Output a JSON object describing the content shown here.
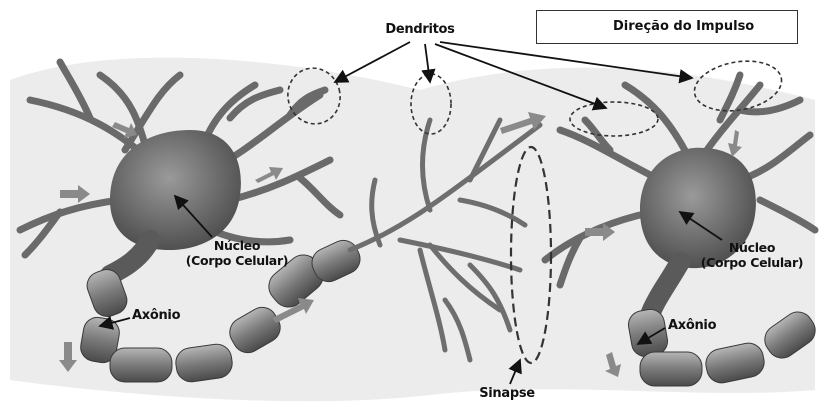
{
  "legend": {
    "label": "Direção do Impulso"
  },
  "labels": {
    "dendritos": "Dendritos",
    "nucleo_left": {
      "line1": "Núcleo",
      "line2": "(Corpo Celular)"
    },
    "nucleo_right": {
      "line1": "Núcleo",
      "line2": "(Corpo Celular)"
    },
    "axonio_left": "Axônio",
    "axonio_right": "Axônio",
    "sinapse": "Sinapse"
  },
  "colors": {
    "arrow": "#8a8a8a",
    "membrane": "#555555",
    "soma": "#6f6f6f",
    "background_blob": "#e9e9e9"
  }
}
